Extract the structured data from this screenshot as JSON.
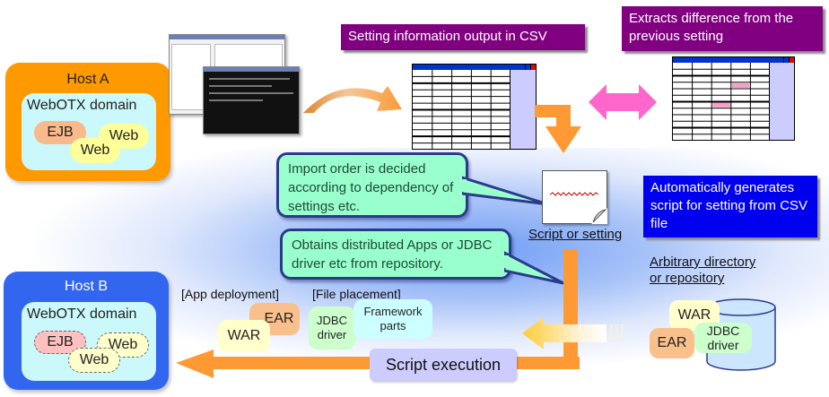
{
  "hosts": {
    "host_a": {
      "title": "Host A",
      "domain_title": "WebOTX domain",
      "components": [
        "EJB",
        "Web",
        "Web"
      ],
      "color": "#ff9900"
    },
    "host_b": {
      "title": "Host B",
      "domain_title": "WebOTX domain",
      "components": [
        "EJB",
        "Web",
        "Web"
      ],
      "color": "#3366ee"
    }
  },
  "labels": {
    "csv_output": "Setting information output in CSV",
    "extract_diff": "Extracts difference from the previous setting",
    "auto_generate": "Automatically generates script for setting from CSV file"
  },
  "callouts": {
    "import_order": "Import order is decided according to dependency of settings etc.",
    "obtains_apps": "Obtains distributed Apps or JDBC driver etc from repository."
  },
  "script_doc": {
    "caption": "Script or setting"
  },
  "repository": {
    "caption_line1": "Arbitrary  directory",
    "caption_line2": "or repository",
    "items": [
      "WAR",
      "EAR",
      "JDBC driver"
    ]
  },
  "deployment": {
    "app_label": "[App deployment]",
    "file_label": "[File placement]",
    "ear": "EAR",
    "war": "WAR",
    "jdbc": "JDBC driver",
    "framework": "Framework parts"
  },
  "execution": {
    "label": "Script execution"
  },
  "colors": {
    "purple_label": "#800080",
    "blue_label": "#0000ee",
    "callout_fill": "#99ffcc",
    "arrow_orange": "#ff9933",
    "diff_arrow": "#ff66cc"
  }
}
